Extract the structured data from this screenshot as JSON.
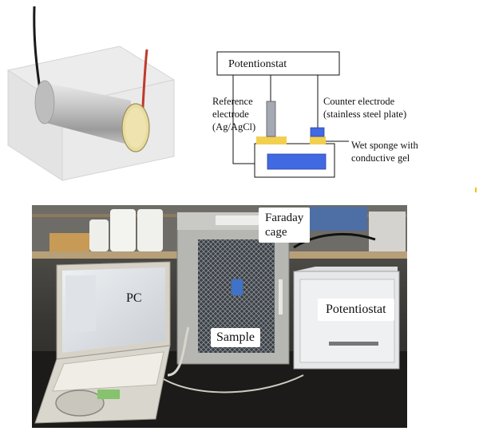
{
  "schematic": {
    "potentiostat_box": "Potentionstat",
    "reference_electrode": [
      "Reference",
      "electrode",
      "(Ag/AgCl)"
    ],
    "counter_electrode": [
      "Counter electrode",
      "(stainless steel plate)"
    ],
    "sponge": [
      "Wet sponge with",
      "conductive gel"
    ]
  },
  "photo": {
    "faraday_cage": [
      "Faraday",
      "cage"
    ],
    "pc": "PC",
    "potentiostat": "Potentiostat",
    "sample": "Sample"
  },
  "colors": {
    "electrode_blue": "#4169e1",
    "sponge_yellow": "#f2cf4f",
    "ref_gray": "#a4a9b4",
    "wire_black": "#1a1a1a",
    "wire_red": "#c0392b"
  }
}
